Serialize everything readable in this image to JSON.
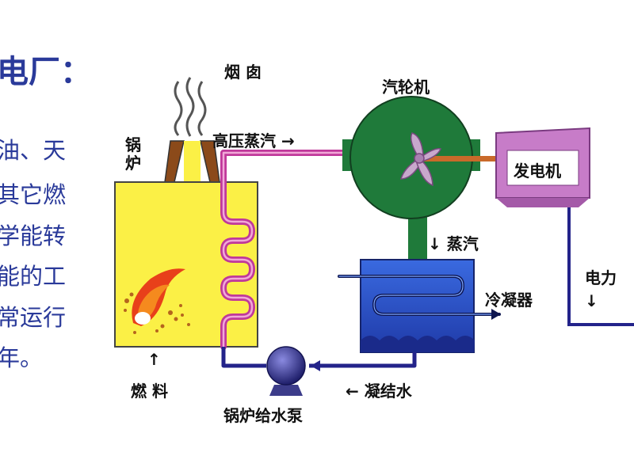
{
  "side_text": {
    "title": "电厂：",
    "lines": [
      "油、天",
      "其它燃",
      "学能转",
      "能的工",
      "常运行",
      "年。"
    ]
  },
  "labels": {
    "chimney": "烟 囱",
    "boiler": [
      "锅",
      "炉"
    ],
    "high_pressure_steam": "高压蒸汽 →",
    "turbine": "汽轮机",
    "generator": "发电机",
    "steam": "↓ 蒸汽",
    "condenser": "冷凝器",
    "electricity": "电力",
    "electricity_arrow": "↓",
    "condensate": "← 凝结水",
    "fuel": "燃 料",
    "fuel_arrow": "↑",
    "feed_pump": "锅炉给水泵"
  },
  "colors": {
    "boiler": "#fbf046",
    "turbine": "#1f7a3a",
    "generator": "#c77cc8",
    "condenser": "#2a4fc8",
    "steam_pipe": "#c0389a",
    "water_pipe": "#23238a",
    "text_blue": "#2a3a9a"
  }
}
